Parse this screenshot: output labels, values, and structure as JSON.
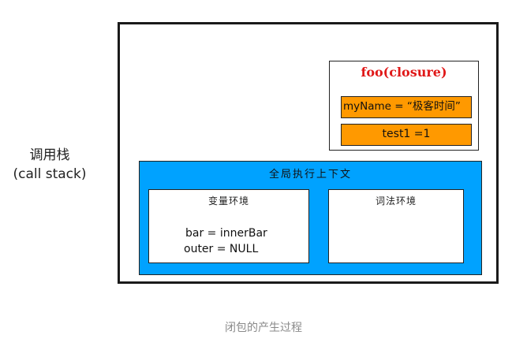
{
  "call_stack": {
    "title_cn": "调用栈",
    "title_en": "(call stack)"
  },
  "closure": {
    "title": "foo(closure)",
    "entries": [
      "myName = “极客时间”",
      "test1 =1"
    ]
  },
  "global_context": {
    "title": "全局执行上下文",
    "variable_env": {
      "title": "变量环境",
      "lines": [
        "bar =  innerBar",
        "outer = NULL"
      ]
    },
    "lexical_env": {
      "title": "词法环境"
    }
  },
  "caption": "闭包的产生过程",
  "colors": {
    "closure_title": "#e01818",
    "closure_entry_fill": "#ff9900",
    "global_context_fill": "#00a2ff",
    "caption": "#8a8a8a"
  }
}
